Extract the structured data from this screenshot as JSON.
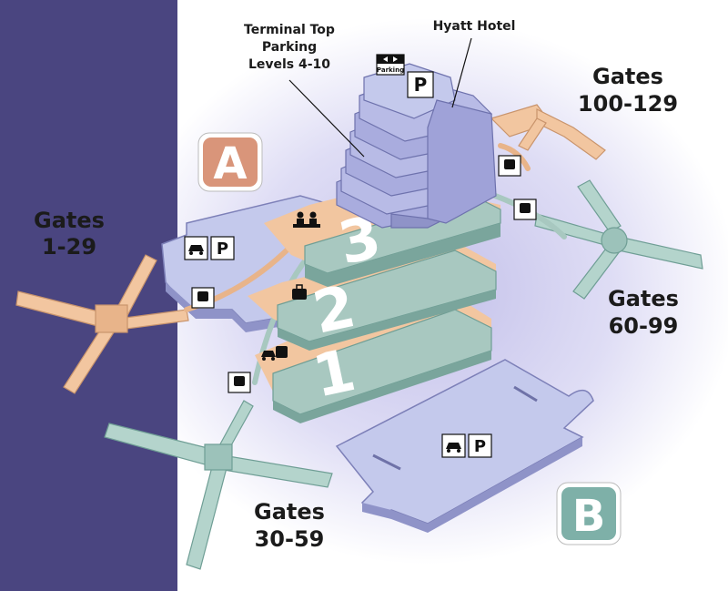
{
  "labels": {
    "gates_a": [
      "Gates",
      "1-29"
    ],
    "gates_30_59": [
      "Gates",
      "30-59"
    ],
    "gates_60_99": [
      "Gates",
      "60-99"
    ],
    "gates_100_129": [
      "Gates",
      "100-129"
    ],
    "parking_levels": [
      "Terminal Top",
      "Parking",
      "Levels 4-10"
    ],
    "hotel": "Hyatt Hotel",
    "parking_sign": "Parking"
  },
  "terminals": {
    "a_letter": "A",
    "b_letter": "B",
    "levels": [
      "3",
      "2",
      "1"
    ]
  },
  "icons": {
    "parking": "P",
    "train": "train-icon",
    "car": "car-icon",
    "ticketing": "ticket-counter-icon",
    "baggage": "baggage-icon"
  },
  "colors": {
    "left_band": "#4a4580",
    "terminal_green": "#a8c8c0",
    "terminal_green_dark": "#7aa59c",
    "concourse_orange": "#f2c6a0",
    "concourse_blue": "#c4c9ec",
    "badge_a": "#d9957a",
    "badge_b": "#7eb0a8"
  }
}
